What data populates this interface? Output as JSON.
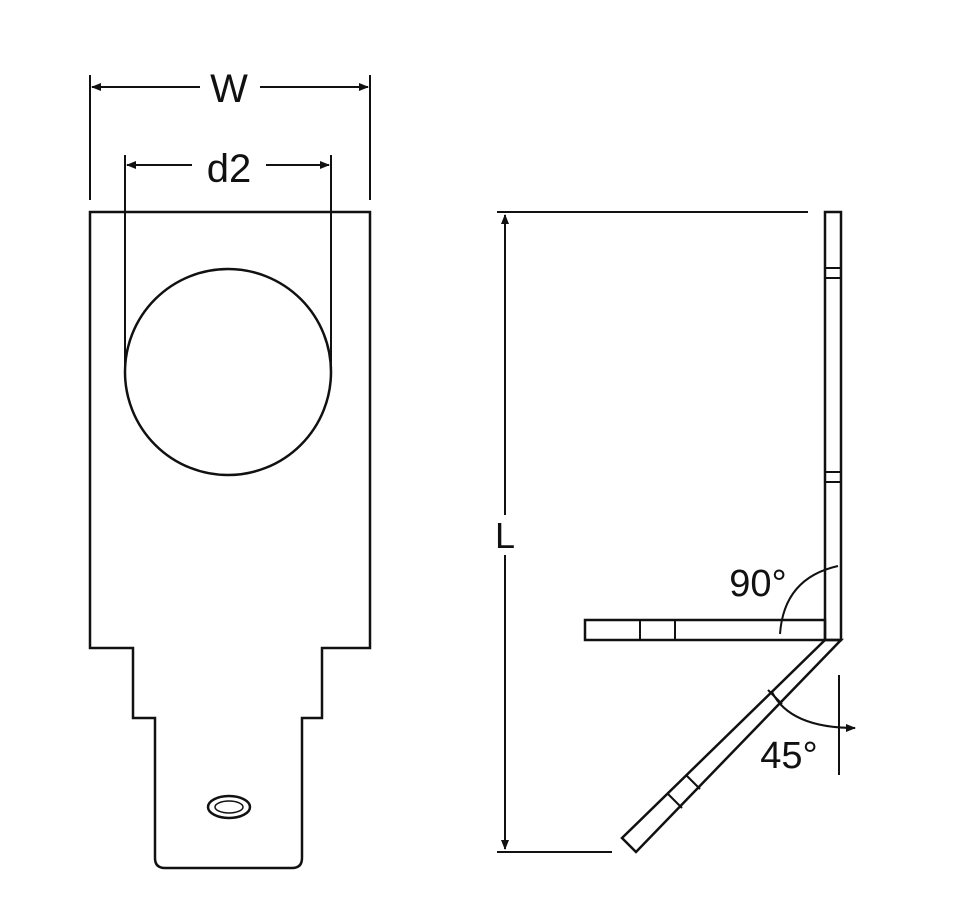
{
  "labels": {
    "width": "W",
    "hole_diameter": "d2",
    "length": "L",
    "angle_right": "90°",
    "angle_bend": "45°"
  },
  "colors": {
    "ink": "#111111",
    "background": "#ffffff"
  }
}
